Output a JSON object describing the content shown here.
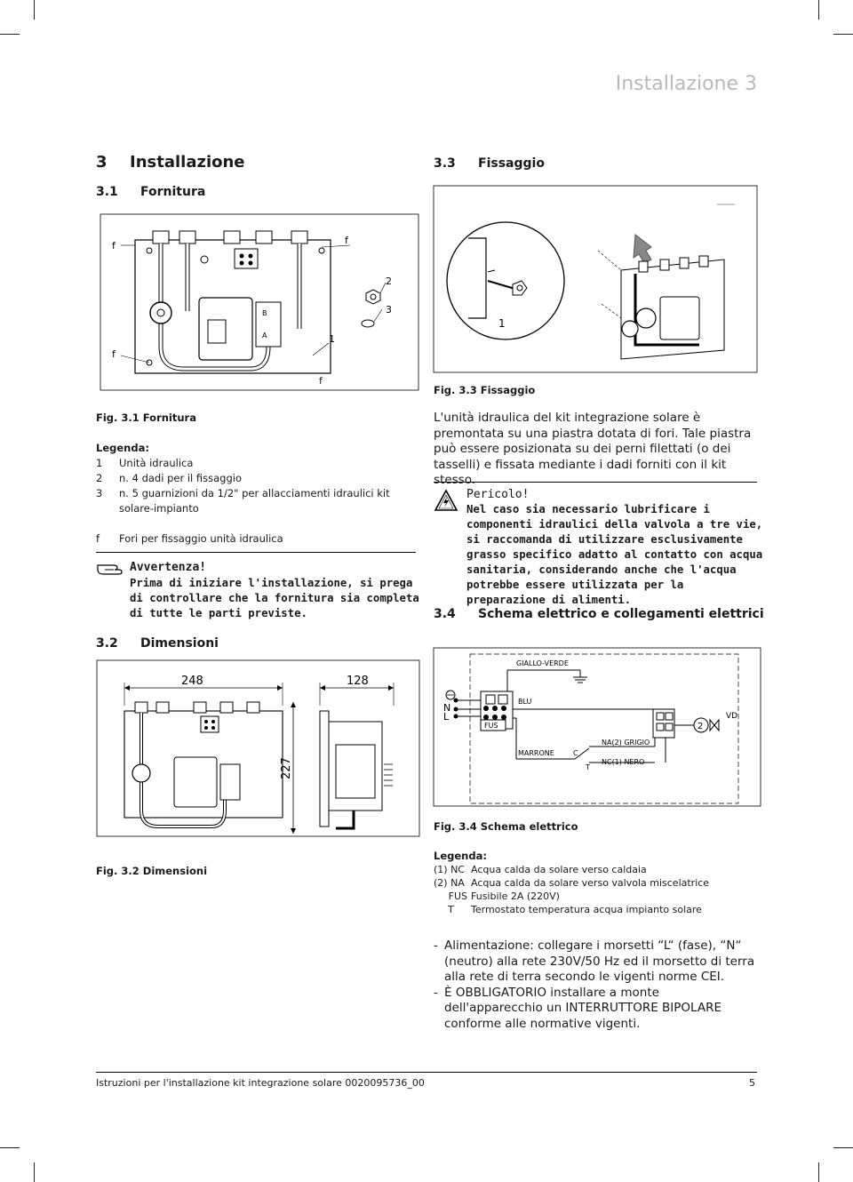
{
  "header": {
    "section_title": "Installazione 3"
  },
  "left": {
    "chapter_number": "3",
    "chapter_title": "Installazione",
    "s31_number": "3.1",
    "s31_title": "Fornitura",
    "fig31_labels": {
      "f": "f",
      "n1": "1",
      "n2": "2",
      "n3": "3"
    },
    "fig31_caption": "Fig. 3.1 Fornitura",
    "legend_title": "Legenda:",
    "legend_items": [
      {
        "key": "1",
        "text": "Unità idraulica"
      },
      {
        "key": "2",
        "text": "n. 4 dadi per il fissaggio"
      },
      {
        "key": "3",
        "text": "n. 5 guarnizioni da 1/2\" per allacciamenti idraulici kit solare-impianto"
      },
      {
        "key": "f",
        "text": "Fori per fissaggio unità idraulica"
      }
    ],
    "warning_title": "Avvertenza!",
    "warning_text": "Prima di iniziare l'installazione, si prega di controllare che la fornitura sia completa di tutte le parti previste.",
    "s32_number": "3.2",
    "s32_title": "Dimensioni",
    "dim_width": "248",
    "dim_depth": "128",
    "dim_height": "227",
    "fig32_caption": "Fig. 3.2 Dimensioni"
  },
  "right": {
    "s33_number": "3.3",
    "s33_title": "Fissaggio",
    "fig33_labels": {
      "n1": "1"
    },
    "fig33_caption": "Fig. 3.3 Fissaggio",
    "fix_text": "L'unità idraulica del kit integrazione solare è premontata su una piastra dotata di fori. Tale piastra può essere posizionata su dei perni filettati (o dei tasselli) e fissata mediante i dadi forniti con il kit stesso.",
    "danger_title": "Pericolo!",
    "danger_text": "Nel caso sia necessario lubrificare i componenti idraulici della valvola a tre vie, si raccomanda di utilizzare esclusivamente grasso specifico adatto al contatto con acqua sanitaria, considerando anche che l'acqua potrebbe essere utilizzata per la preparazione di alimenti.",
    "s34_number": "3.4",
    "s34_title": "Schema elettrico e collegamenti elettrici",
    "schema_labels": {
      "giallo_verde": "GIALLO-VERDE",
      "blu": "BLU",
      "marrone": "MARRONE",
      "na": "NA(2) GRIGIO",
      "nc": "NC(1) NERO",
      "n": "N",
      "l": "L",
      "fus": "FUS",
      "c": "C",
      "t": "T",
      "vd": "VD",
      "motor": "2"
    },
    "fig34_caption": "Fig. 3.4 Schema elettrico",
    "legend2_title": "Legenda:",
    "legend2_items": [
      {
        "key": "(1) NC",
        "text": "Acqua calda da solare verso caldaia"
      },
      {
        "key": "(2) NA",
        "text": "Acqua calda da solare verso valvola miscelatrice"
      },
      {
        "key": "FUS",
        "text": "Fusibile 2A (220V)"
      },
      {
        "key": "T",
        "text": "Termostato temperatura acqua impianto solare"
      }
    ],
    "bullets": [
      "Alimentazione: collegare i morsetti “L“ (fase), “N“ (neutro) alla rete 230V/50 Hz ed il morsetto di terra alla rete di terra secondo le vigenti norme CEI.",
      "È OBBLIGATORIO installare a monte dell'apparecchio un INTERRUTTORE BIPOLARE conforme alle normative vigenti."
    ]
  },
  "footer": {
    "text": "Istruzioni per l'installazione kit integrazione solare 0020095736_00",
    "page_number": "5"
  }
}
